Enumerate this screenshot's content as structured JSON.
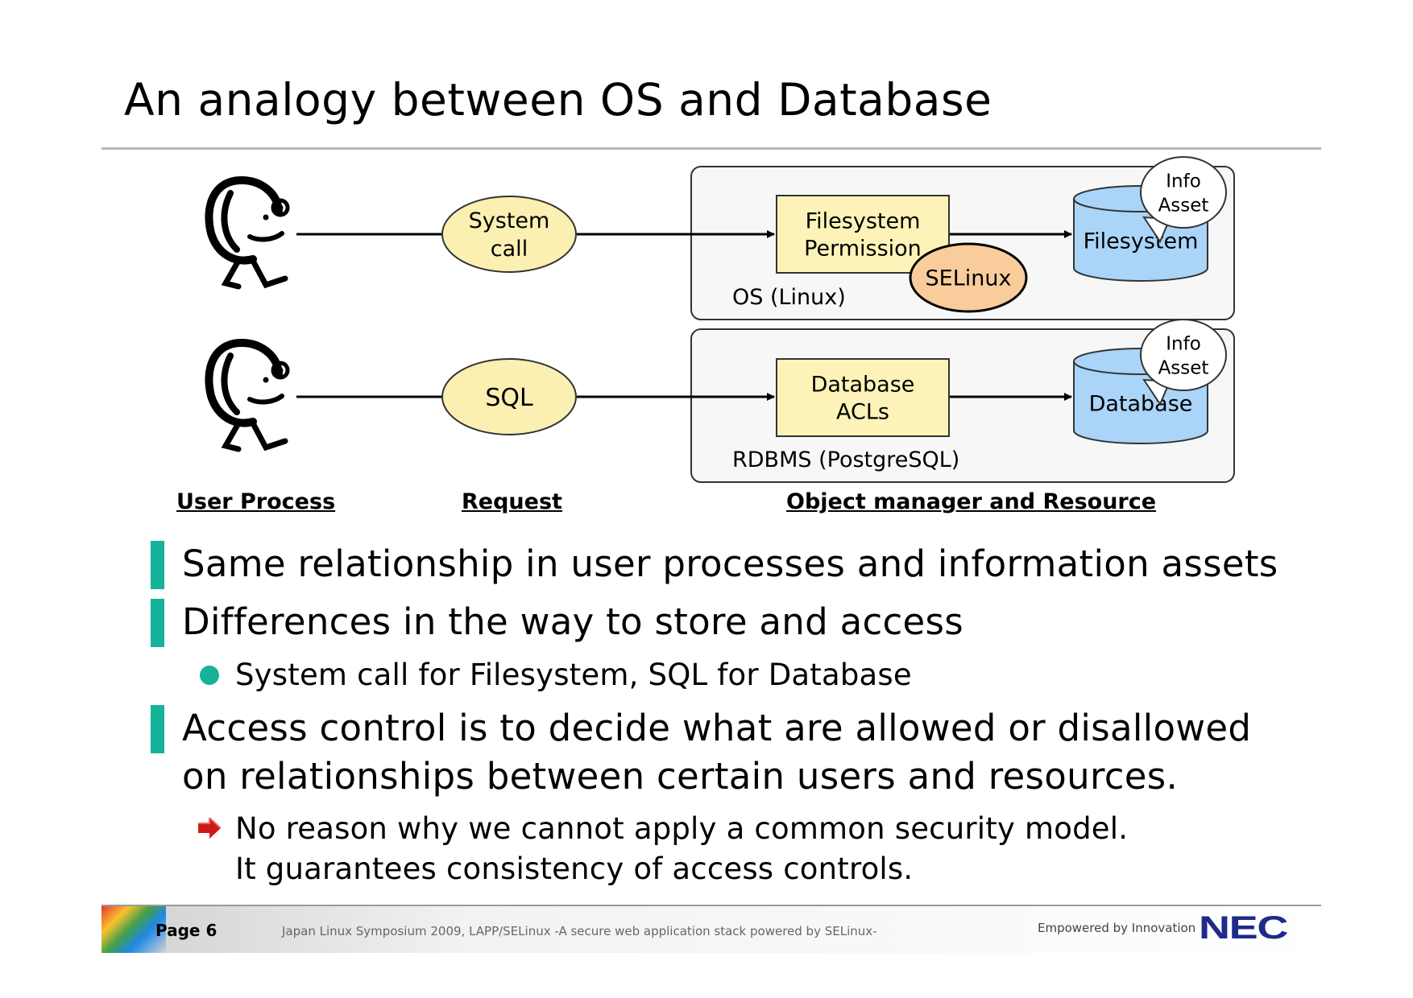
{
  "slide": {
    "title": "An analogy between OS and Database"
  },
  "diagram": {
    "request_1": "System\ncall",
    "request_2": "SQL",
    "os_box_label": "OS (Linux)",
    "rdbms_box_label": "RDBMS (PostgreSQL)",
    "filesystem_permission": "Filesystem\nPermission",
    "selinux": "SELinux",
    "database_acls": "Database\nACLs",
    "filesystem": "Filesystem",
    "database": "Database",
    "info_asset": "Info\nAsset",
    "colors": {
      "request": "#fbefb2",
      "manager": "#fdf3b8",
      "selinux": "#f9cc9c",
      "storage": "#aad4f8",
      "box": "#f7f7f7"
    }
  },
  "captions": {
    "user_process": "User Process",
    "request": "Request",
    "object_manager": "Object manager and Resource"
  },
  "bullets": {
    "b1": "Same relationship in user processes and information assets",
    "b2": "Differences in the way to store and access",
    "b2_sub": "System call for Filesystem, SQL for Database",
    "b3_line1": "Access control is to decide what are allowed or disallowed",
    "b3_line2": "on relationships between certain users and resources.",
    "b3_sub_line1": "No reason why we cannot apply a common security model.",
    "b3_sub_line2": "It guarantees consistency of access controls."
  },
  "footer": {
    "page": "Page 6",
    "text": "Japan Linux Symposium 2009, LAPP/SELinux -A secure web application stack powered by SELinux-",
    "tagline": "Empowered by Innovation",
    "logo": "NEC"
  },
  "accent": "#14b39a"
}
